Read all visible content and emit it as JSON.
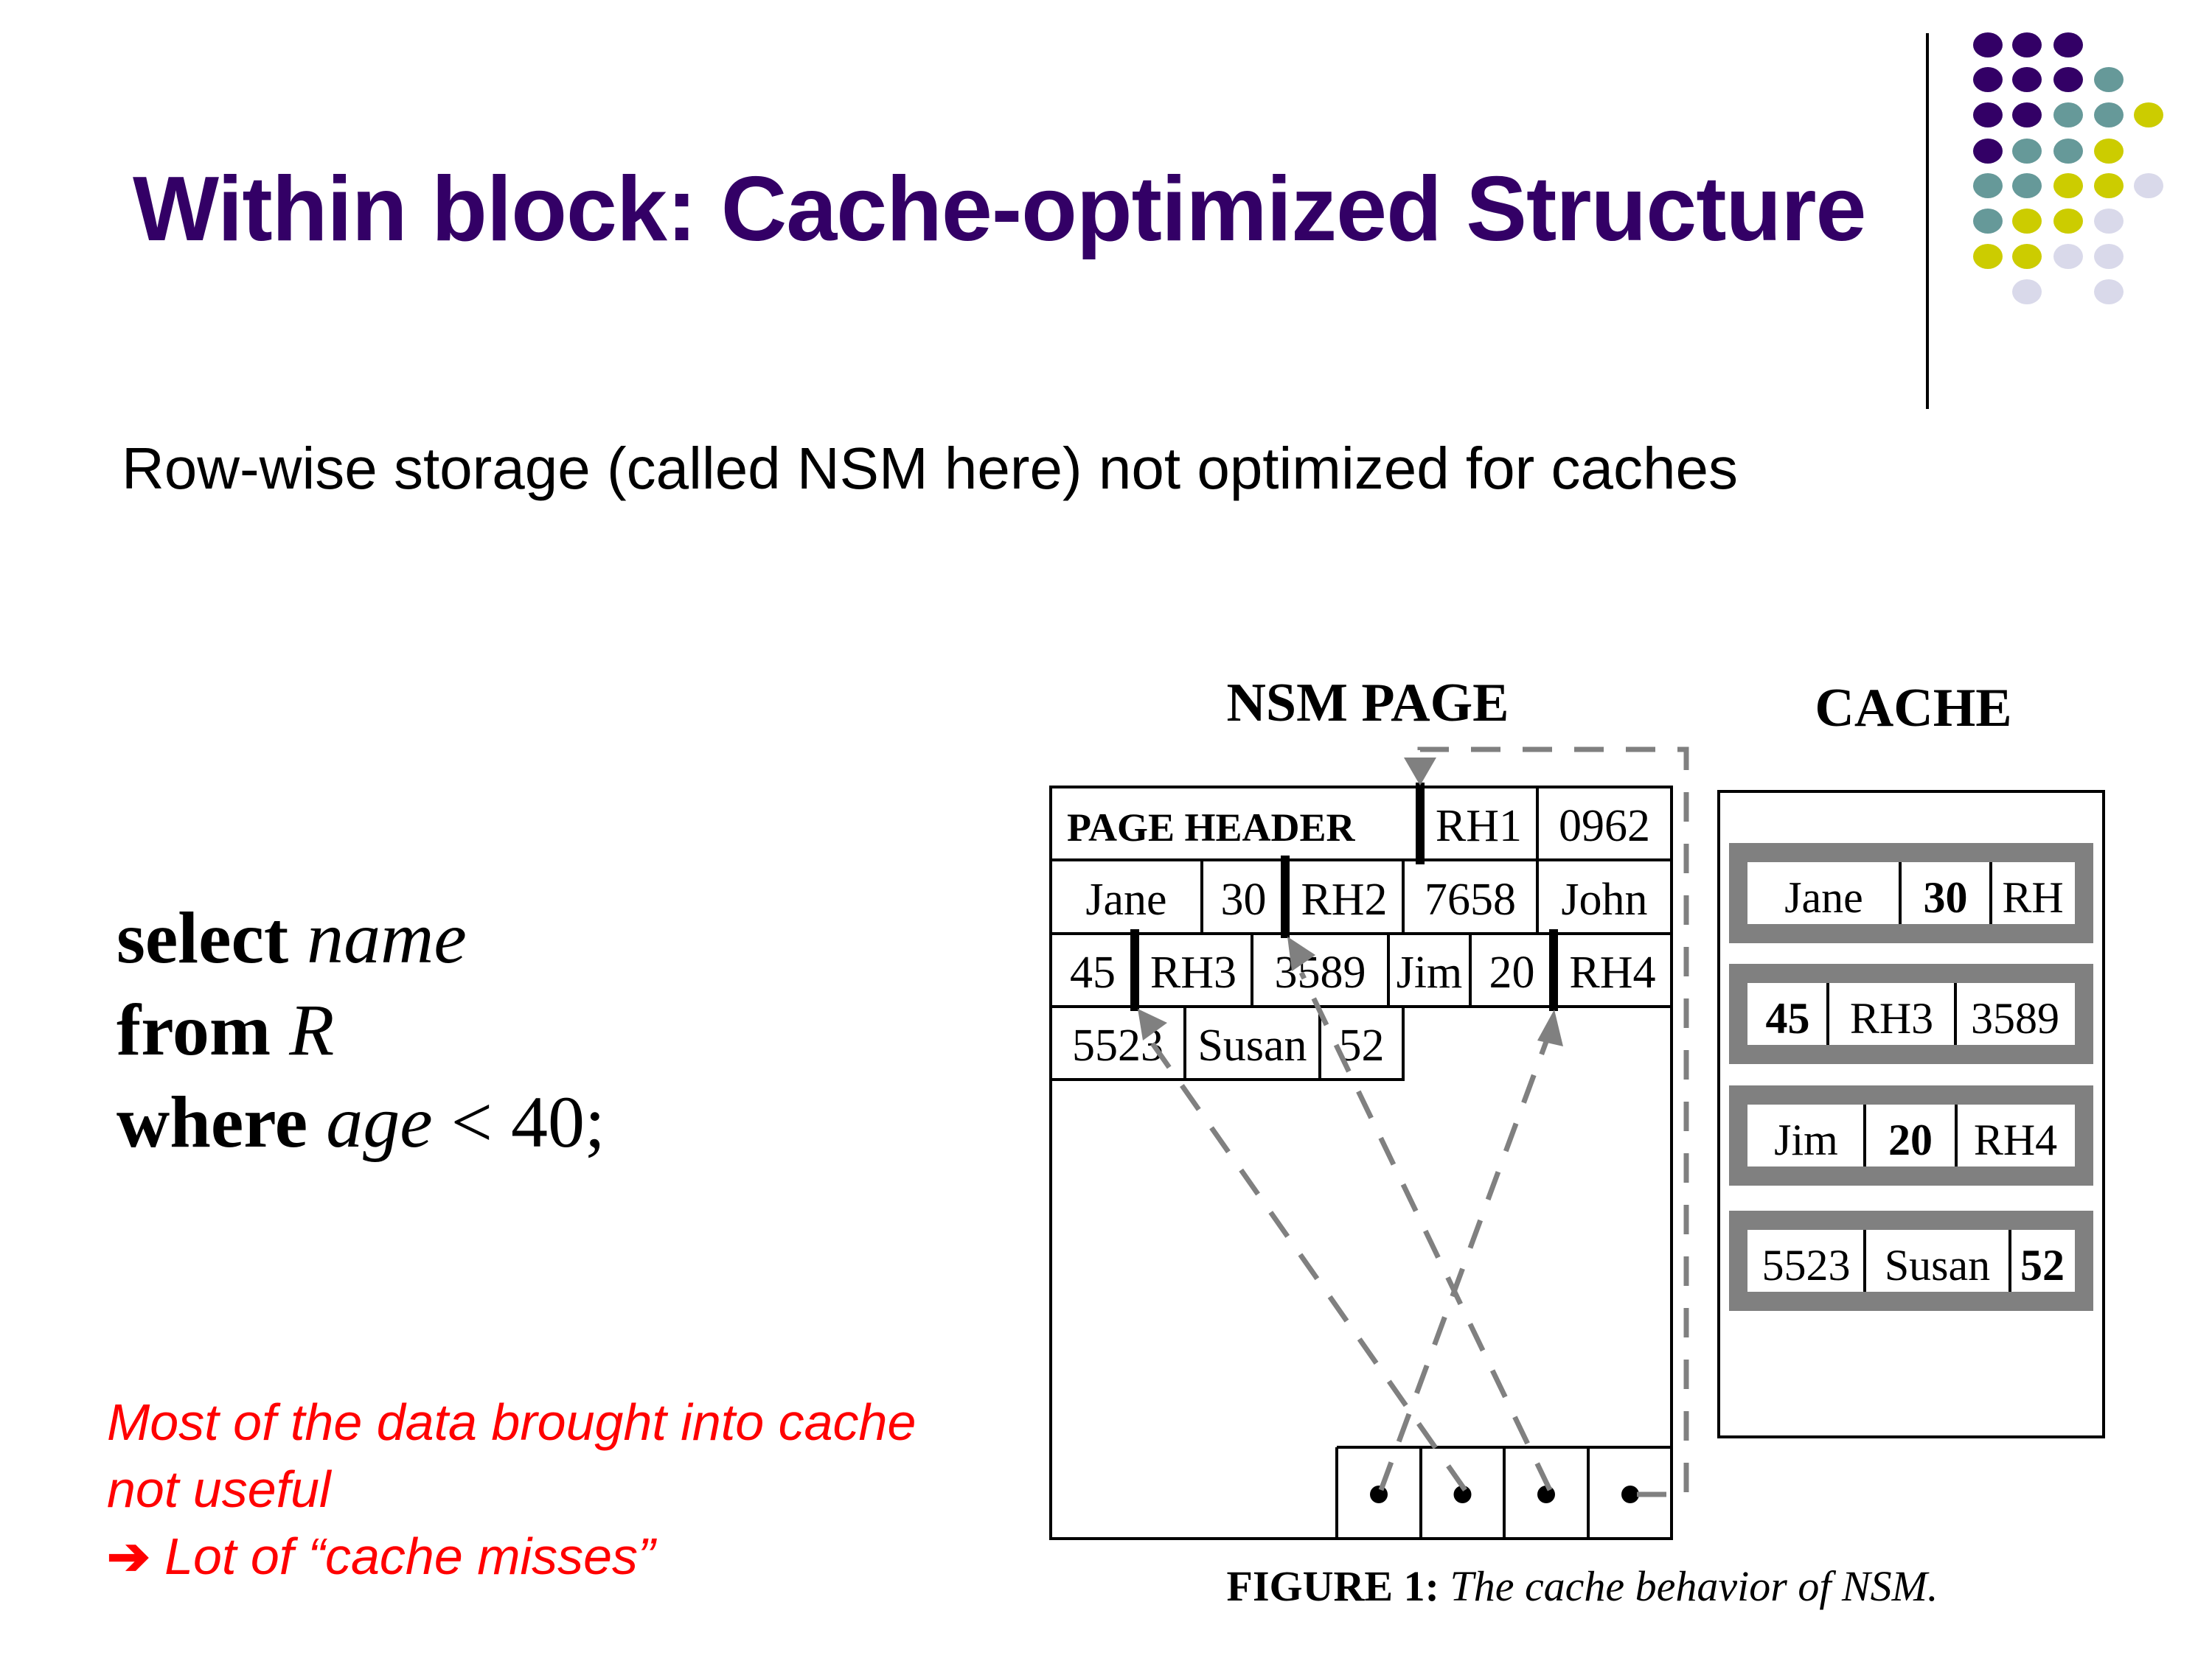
{
  "slide": {
    "title": "Within block: Cache-optimized Structure",
    "subtitle": "Row-wise storage (called NSM here) not optimized for caches",
    "query": {
      "line1": {
        "keyword": "select",
        "rest": "name"
      },
      "line2": {
        "keyword": "from",
        "rest": "R"
      },
      "line3": {
        "keyword": "where",
        "rest_italic": "age",
        "rest_plain": " < 40;"
      }
    },
    "note": {
      "line1": "Most of the data brought into cache",
      "line2": "not useful",
      "arrow_icon": "➔",
      "line3": " Lot of “cache misses”"
    },
    "colors": {
      "title": "#330066",
      "note": "#ff0000",
      "arrows": "#808080",
      "dot_purple": "#330066",
      "dot_teal": "#669999",
      "dot_yellow": "#cccc00",
      "dot_lavender": "#d9d9ea"
    }
  },
  "figure": {
    "nsm_label": "NSM PAGE",
    "cache_label": "CACHE",
    "caption_bold": "FIGURE 1:",
    "caption_italic": " The cache behavior of NSM.",
    "page_rows": [
      [
        "PAGE HEADER",
        "RH1",
        "0962"
      ],
      [
        "Jane",
        "30",
        "RH2",
        "7658",
        "John"
      ],
      [
        "45",
        "RH3",
        "3589",
        "Jim",
        "20",
        "RH4"
      ],
      [
        "5523",
        "Susan",
        "52"
      ]
    ],
    "cache_lines": [
      [
        {
          "t": "Jane",
          "b": false
        },
        {
          "t": "30",
          "b": true
        },
        {
          "t": "RH",
          "b": false
        }
      ],
      [
        {
          "t": "45",
          "b": true
        },
        {
          "t": "RH3",
          "b": false
        },
        {
          "t": "3589",
          "b": false
        }
      ],
      [
        {
          "t": "Jim",
          "b": false
        },
        {
          "t": "20",
          "b": true
        },
        {
          "t": "RH4",
          "b": false
        }
      ],
      [
        {
          "t": "5523",
          "b": false
        },
        {
          "t": "Susan",
          "b": false
        },
        {
          "t": "52",
          "b": true
        }
      ]
    ],
    "slot_count": 4
  }
}
